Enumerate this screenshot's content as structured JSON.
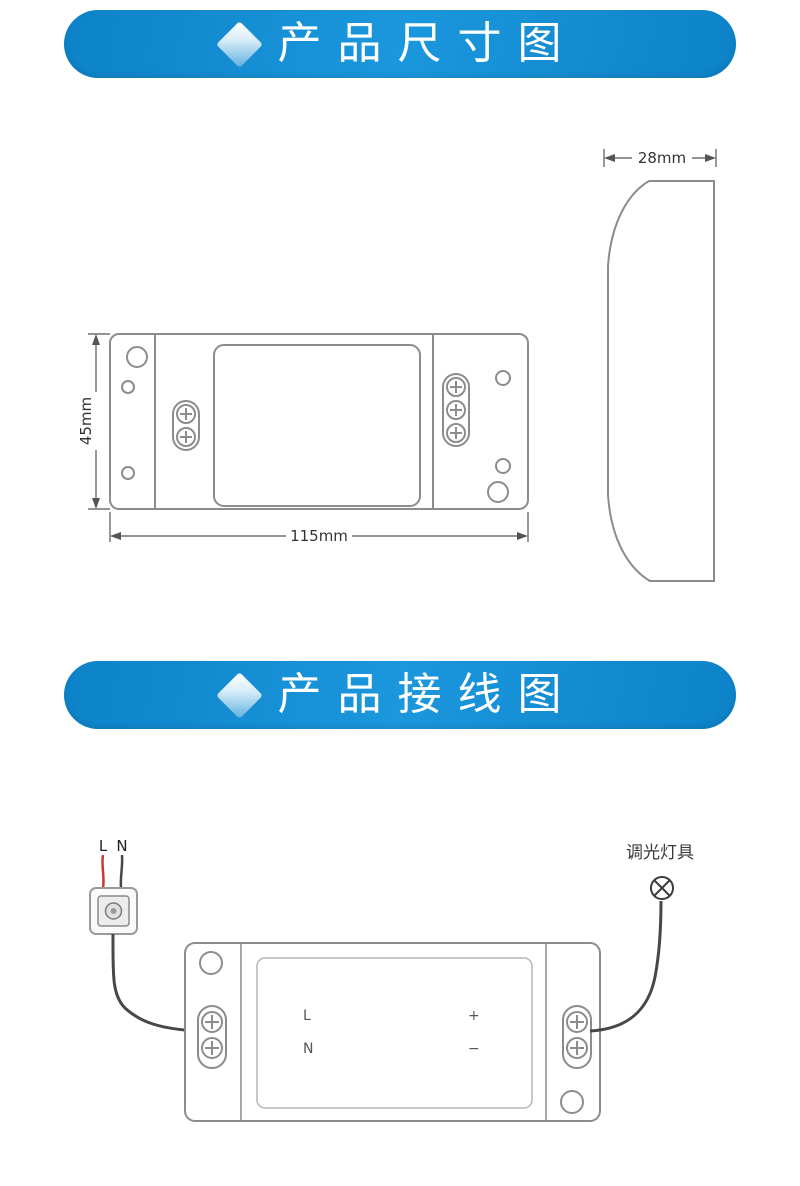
{
  "banners": {
    "dimension_title": "产品尺寸图",
    "wiring_title": "产品接线图"
  },
  "dimension_diagram": {
    "height_label": "45mm",
    "width_label": "115mm",
    "depth_label": "28mm"
  },
  "wiring_diagram": {
    "input_live": "L",
    "input_neutral": "N",
    "terminal_live": "L",
    "terminal_neutral": "N",
    "terminal_plus": "+",
    "terminal_minus": "−",
    "lamp_label": "调光灯具"
  },
  "colors": {
    "banner_blue": "#0f86cc",
    "outline_grey": "#8c8c8c",
    "wire_dark": "#474747",
    "wire_red": "#c13b33"
  }
}
